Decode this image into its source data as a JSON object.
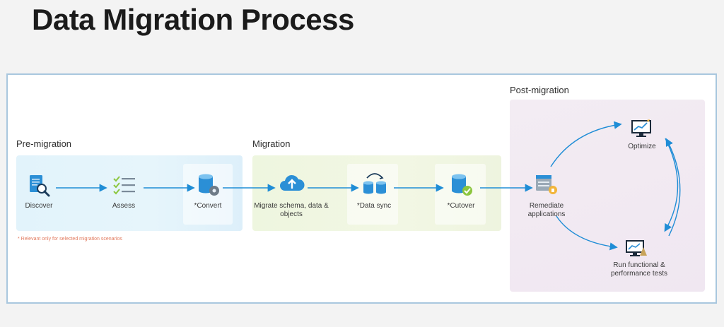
{
  "title": "Data Migration Process",
  "phases": {
    "pre": "Pre-migration",
    "migration": "Migration",
    "post": "Post-migration"
  },
  "steps": {
    "discover": "Discover",
    "assess": "Assess",
    "convert": "*Convert",
    "migrate": "Migrate schema, data & objects",
    "data_sync": "*Data sync",
    "cutover": "*Cutover",
    "remediate": "Remediate applications",
    "optimize": "Optimize",
    "tests": "Run functional & performance tests"
  },
  "note": "* Relevant only for selected migration scenarios",
  "colors": {
    "accent": "#1f8dd6",
    "icon_blue": "#2b8fd6",
    "check_green": "#8cc63f",
    "note": "#e27a5e"
  },
  "icons": {
    "discover": "document-magnifier-icon",
    "assess": "checklist-icon",
    "convert": "database-gear-icon",
    "migrate": "cloud-upload-icon",
    "data_sync": "databases-sync-icon",
    "cutover": "database-check-icon",
    "remediate": "server-lock-icon",
    "optimize": "monitor-chart-icon",
    "tests": "monitor-test-icon"
  }
}
